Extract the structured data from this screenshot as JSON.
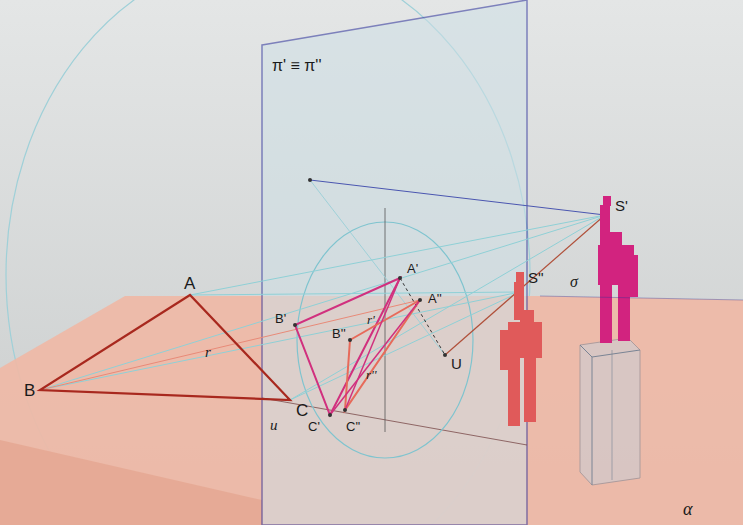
{
  "diagram": {
    "labels": [
      "π' ≡ π''",
      "A",
      "B",
      "C",
      "r",
      "u",
      "B'",
      "A'",
      "A''",
      "B''",
      "r'",
      "r''",
      "C'",
      "C''",
      "U",
      "S'",
      "S''",
      "σ",
      "α"
    ]
  }
}
